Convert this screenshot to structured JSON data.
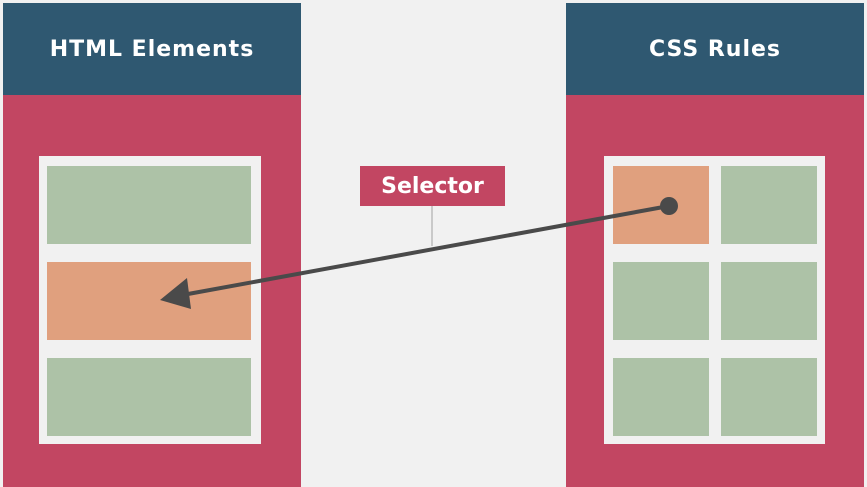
{
  "html_panel": {
    "title": "HTML Elements"
  },
  "css_panel": {
    "title": "CSS Rules"
  },
  "selector": {
    "label": "Selector"
  },
  "colors": {
    "panel": "#c24662",
    "header": "#2f5871",
    "background": "#f1f1f1",
    "block_default": "#adc2a7",
    "block_selected": "#e0a07e",
    "arrow": "#4a4a4a"
  }
}
